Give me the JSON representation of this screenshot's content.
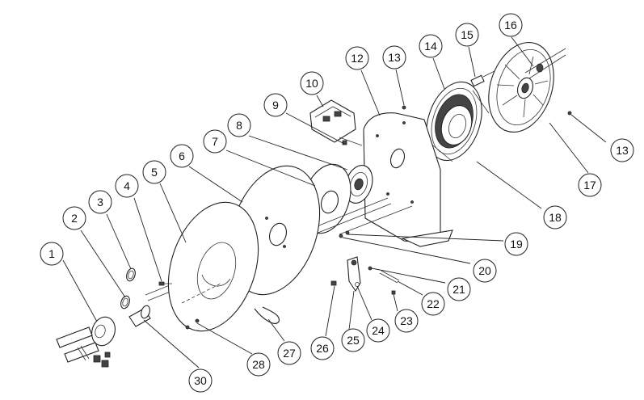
{
  "diagram": {
    "parts": [
      {
        "id": "part-1",
        "label": "1"
      },
      {
        "id": "part-2",
        "label": "2"
      },
      {
        "id": "part-3",
        "label": "3"
      },
      {
        "id": "part-4",
        "label": "4"
      },
      {
        "id": "part-5",
        "label": "5"
      },
      {
        "id": "part-6",
        "label": "6"
      },
      {
        "id": "part-7",
        "label": "7"
      },
      {
        "id": "part-8",
        "label": "8"
      },
      {
        "id": "part-9",
        "label": "9"
      },
      {
        "id": "part-10",
        "label": "10"
      },
      {
        "id": "part-12",
        "label": "12"
      },
      {
        "id": "part-13-top",
        "label": "13"
      },
      {
        "id": "part-13-right",
        "label": "13"
      },
      {
        "id": "part-14",
        "label": "14"
      },
      {
        "id": "part-15",
        "label": "15"
      },
      {
        "id": "part-16",
        "label": "16"
      },
      {
        "id": "part-17",
        "label": "17"
      },
      {
        "id": "part-18",
        "label": "18"
      },
      {
        "id": "part-19",
        "label": "19"
      },
      {
        "id": "part-20",
        "label": "20"
      },
      {
        "id": "part-21",
        "label": "21"
      },
      {
        "id": "part-22",
        "label": "22"
      },
      {
        "id": "part-23",
        "label": "23"
      },
      {
        "id": "part-24",
        "label": "24"
      },
      {
        "id": "part-25",
        "label": "25"
      },
      {
        "id": "part-26",
        "label": "26"
      },
      {
        "id": "part-27",
        "label": "27"
      },
      {
        "id": "part-28",
        "label": "28"
      },
      {
        "id": "part-30",
        "label": "30"
      }
    ]
  }
}
